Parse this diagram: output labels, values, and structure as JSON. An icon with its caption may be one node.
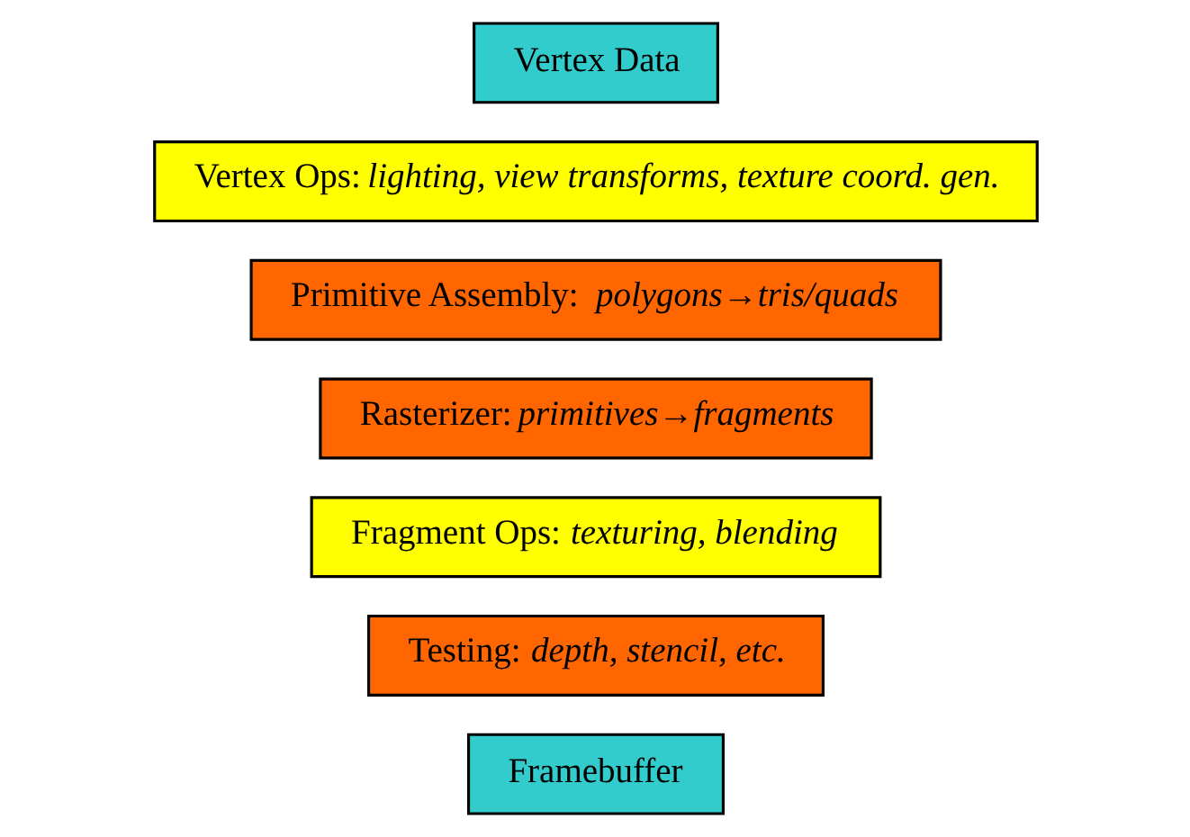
{
  "diagram": {
    "nodes": [
      {
        "text": [
          "Vertex Data"
        ]
      },
      {
        "text": [
          "Vertex Ops: *lighting, view transforms, texture coord. gen.*"
        ]
      },
      {
        "text": [
          "Primitive Assembly:  *polygons→tris/quads*"
        ]
      },
      {
        "text": [
          "Rasterizer: *primitives→fragments*"
        ]
      },
      {
        "text": [
          "Fragment Ops: *texturing, blending*"
        ]
      },
      {
        "text": [
          "Testing: *depth, stencil, etc.*"
        ]
      },
      {
        "text": [
          "Framebuffer"
        ]
      }
    ]
  }
}
